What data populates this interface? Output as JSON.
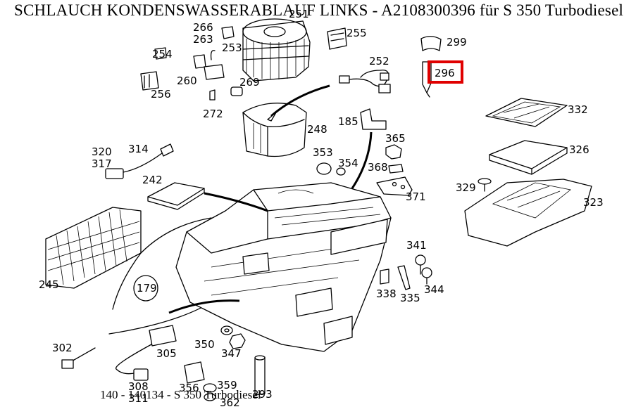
{
  "page": {
    "title": "SCHLAUCH KONDENSWASSERABLAUF LINKS - A2108300396 für S 350 Turbodiesel",
    "footer": "140 - 140134 - S 350 Turbodiesel"
  },
  "highlight": {
    "part": "296",
    "color": "#e00000"
  },
  "parts": {
    "p251": "251",
    "p252": "252",
    "p253": "253",
    "p254": "254",
    "p255": "255",
    "p256": "256",
    "p260": "260",
    "p263": "263",
    "p266": "266",
    "p269": "269",
    "p272": "272",
    "p299": "299",
    "p296": "296",
    "p332": "332",
    "p248": "248",
    "p185": "185",
    "p365": "365",
    "p320": "320",
    "p317": "317",
    "p314": "314",
    "p353": "353",
    "p354": "354",
    "p368": "368",
    "p326": "326",
    "p242": "242",
    "p371": "371",
    "p329": "329",
    "p323": "323",
    "p341": "341",
    "p245": "245",
    "p179": "179",
    "p338": "338",
    "p335": "335",
    "p344": "344",
    "p302": "302",
    "p305": "305",
    "p350": "350",
    "p347": "347",
    "p308": "308",
    "p311": "311",
    "p356": "356",
    "p359": "359",
    "p362": "362",
    "p293": "293"
  }
}
